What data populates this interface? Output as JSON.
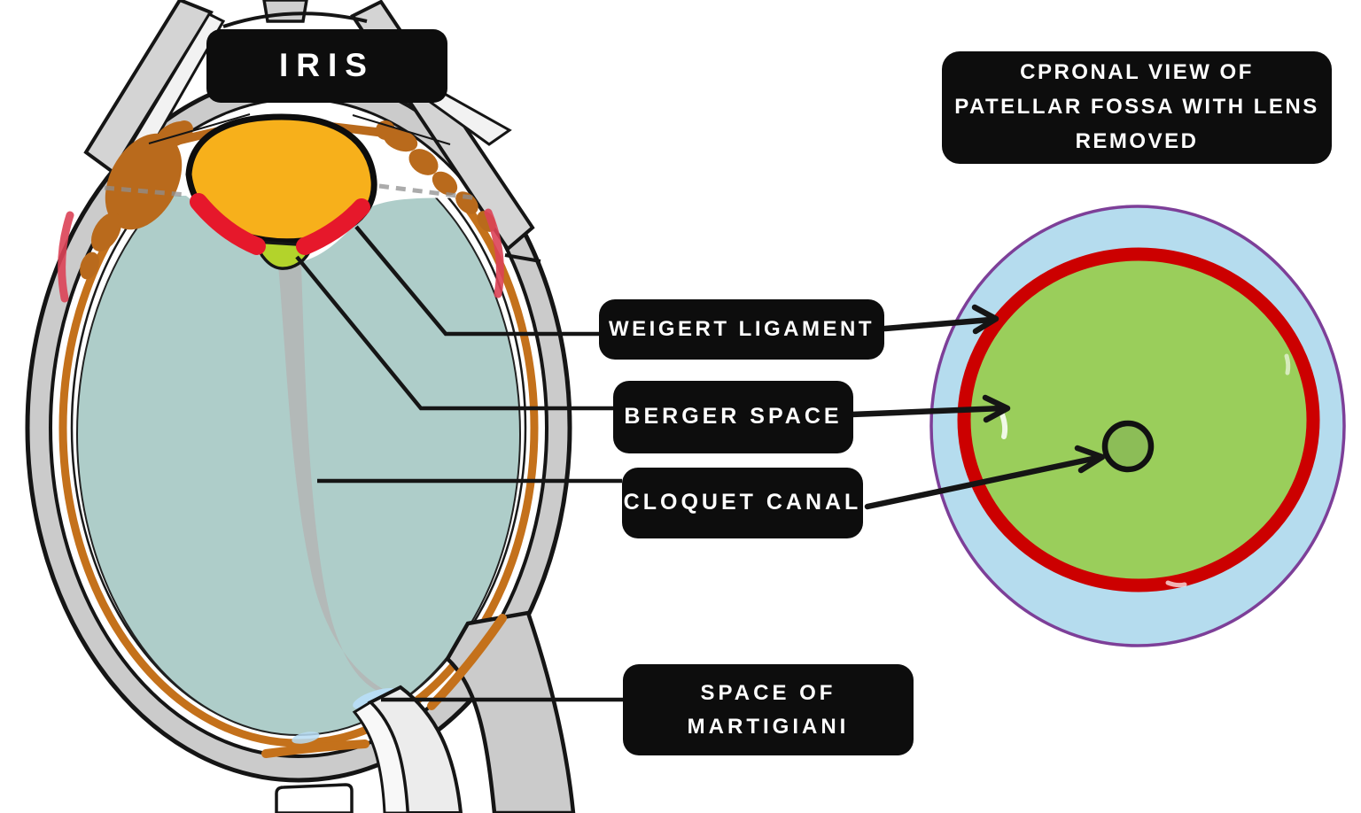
{
  "labels": {
    "iris": "IRIS",
    "weigert_ligament": "WEIGERT LIGAMENT",
    "berger_space": "BERGER SPACE",
    "cloquet_canal": "CLOQUET CANAL",
    "martigiani": {
      "line1": "SPACE OF",
      "line2": "MARTIGIANI"
    }
  },
  "coronal_title": {
    "line1": "CPRONAL VIEW OF",
    "line2": "PATELLAR FOSSA WITH LENS",
    "line3": "REMOVED"
  },
  "colors": {
    "label_background": "#0d0d0d",
    "label_text": "#ffffff",
    "lens_yellow": "#f7b01b",
    "ligament_red": "#e6182b",
    "berger_wedge_green": "#b3d32b",
    "vitreous_teal": "#aecdc9",
    "choroid_orange": "#c4711b",
    "ciliary_brown": "#b96a1c",
    "sclera_gray": "#cbcbcb",
    "cloquet_canal_gray": "#b4b4b4",
    "martigiani_blue": "#b8ddf4",
    "coronal_outer_blue": "#b5dcee",
    "coronal_outline_purple": "#7d3f98",
    "coronal_ring_red": "#cc0000",
    "coronal_green": "#9ace5b",
    "outline_black": "#151515"
  }
}
